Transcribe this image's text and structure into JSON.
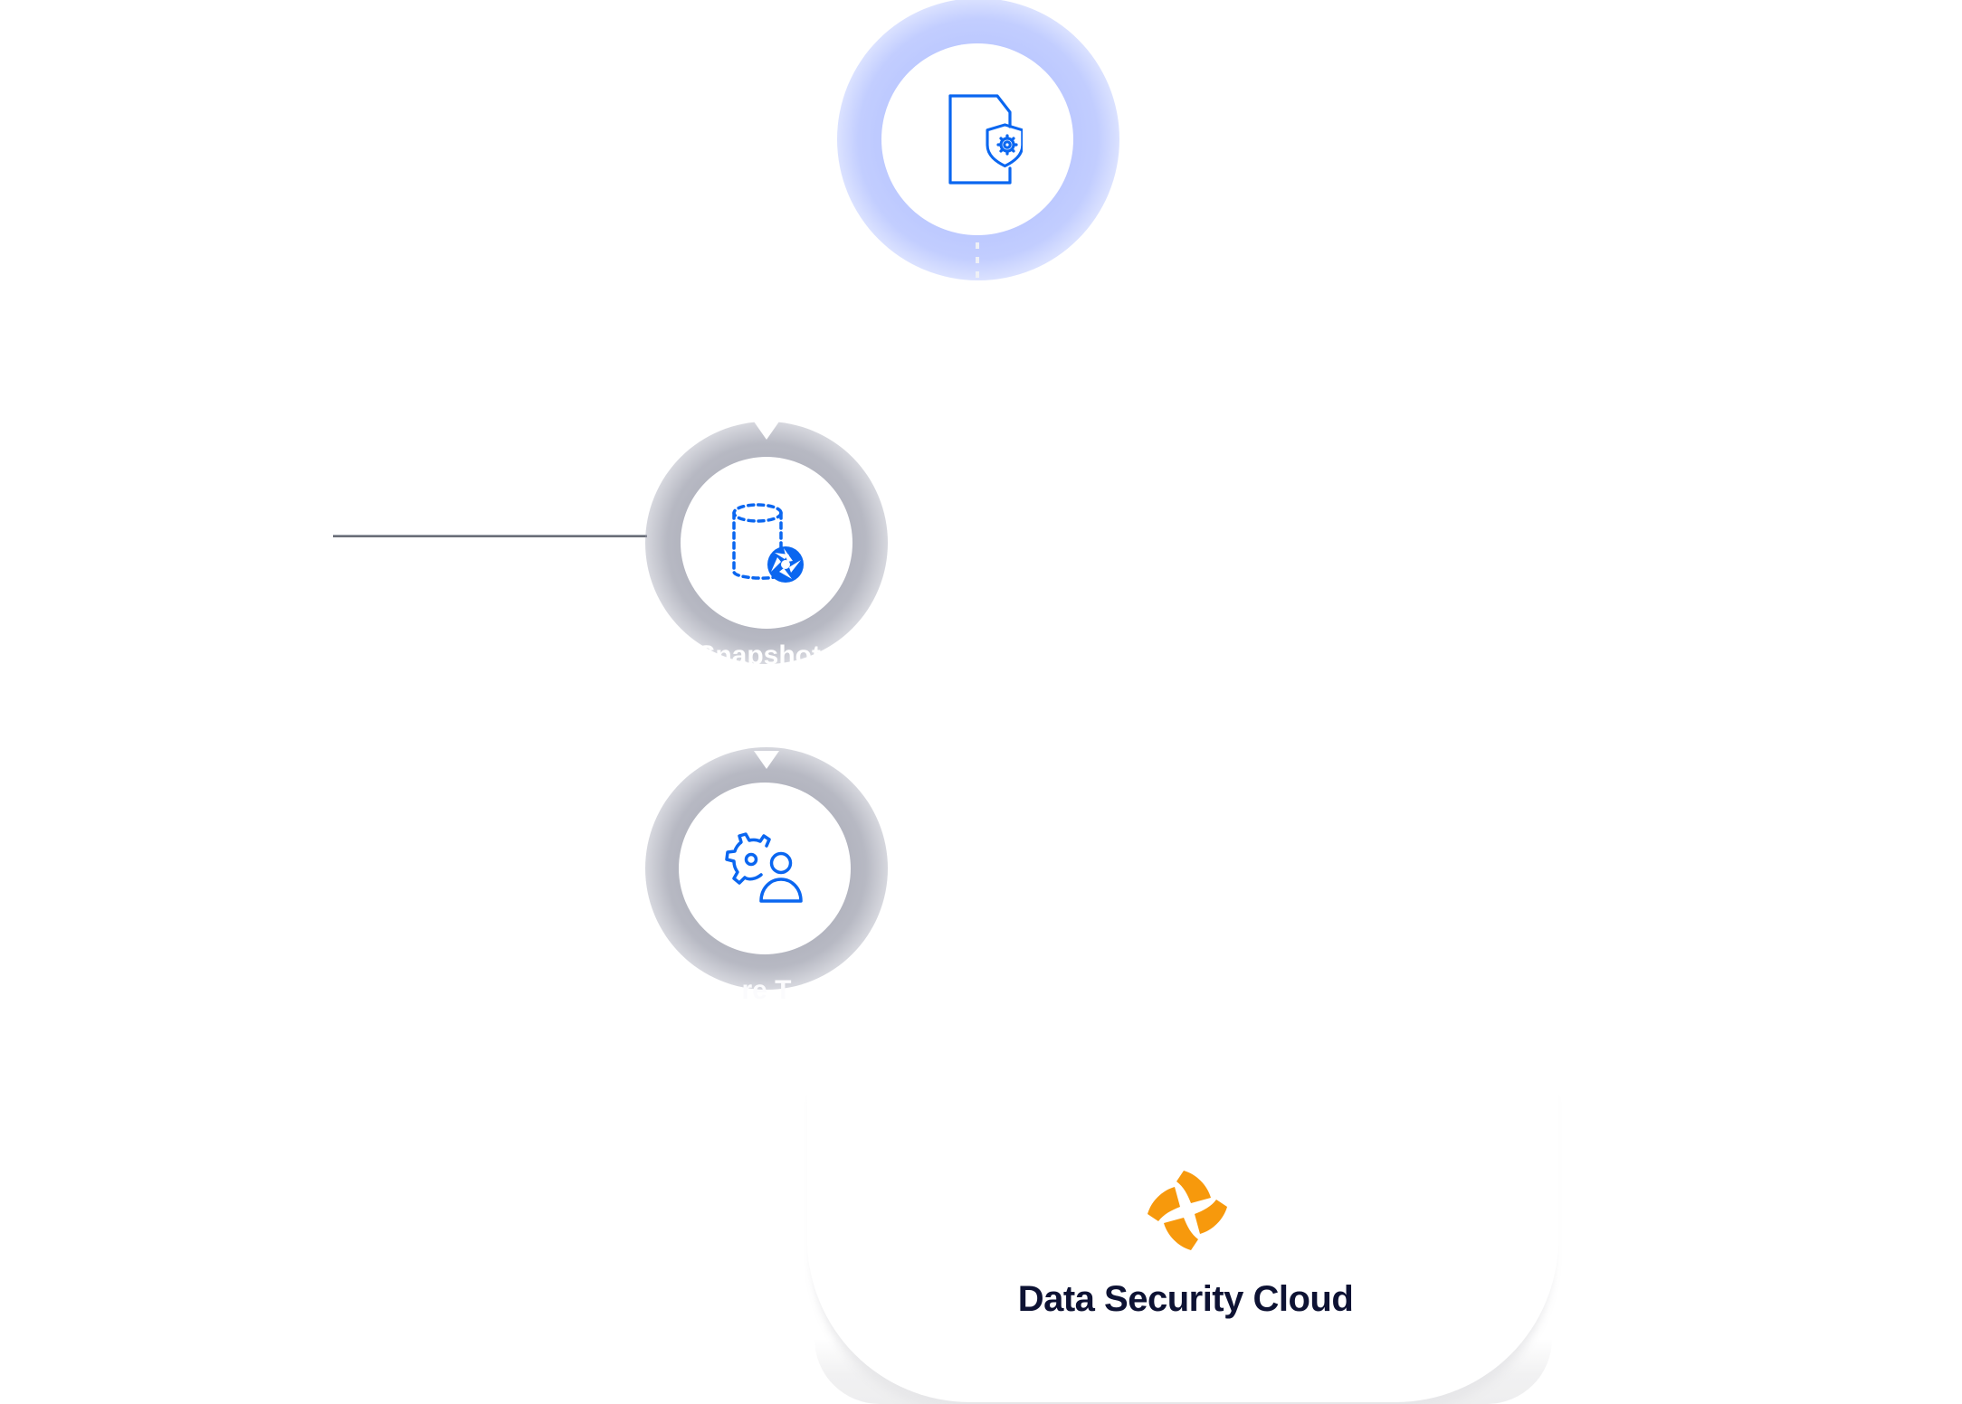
{
  "diagram": {
    "nodes": [
      {
        "id": "policy",
        "icon": "document-shield-gear-icon",
        "label": "",
        "glow": "blue"
      },
      {
        "id": "snapshots",
        "icon": "database-snapshot-icon",
        "label": "Snapshots",
        "glow": "gray"
      },
      {
        "id": "team",
        "icon": "gear-user-icon",
        "label": "re T",
        "glow": "gray"
      }
    ],
    "edges": [
      {
        "from": "policy",
        "to": "snapshots",
        "style": "dashed",
        "arrow": "down"
      },
      {
        "from": "snapshots",
        "to": "team",
        "style": "solid",
        "arrow": "down"
      },
      {
        "from": "left",
        "to": "snapshots",
        "style": "solid",
        "arrow": "none"
      }
    ]
  },
  "brand": {
    "name": "Data Security Cloud",
    "logo_icon": "pinwheel-logo-icon"
  },
  "colors": {
    "icon_blue": "#0A66F0",
    "glow_blue": "#7D93FF",
    "glow_gray": "#8A8C9C",
    "logo_orange": "#F7990C",
    "title_navy": "#0D1233",
    "connector_gray": "#6B6F78"
  }
}
